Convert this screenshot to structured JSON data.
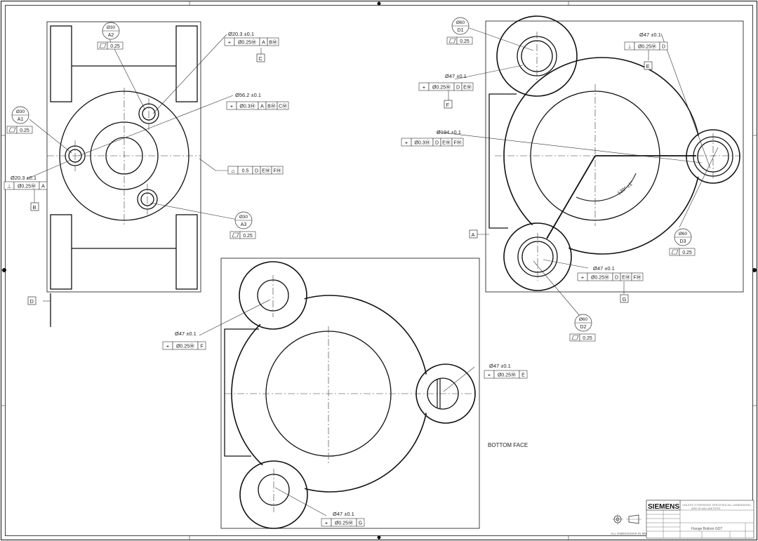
{
  "title_block": {
    "logo": "SIEMENS",
    "note_line1": "UNLESS OTHERWISE SPECIFIED ALL DIMENSIONS",
    "note_line2": "ARE IN MILLIMETERS",
    "part_name": "Flange Bottom GDT",
    "footer_left": "ALL DIMENSIONS IN MM"
  },
  "labels": {
    "bottom_face": "BOTTOM FACE"
  },
  "datums": {
    "a": "A",
    "b": "B",
    "c": "C",
    "d": "D",
    "e": "E",
    "f": "F",
    "g": "G"
  },
  "view_left": {
    "hole_top_dim": "Ø20.3 ±0.1",
    "hole_top_fcf": [
      "⌖",
      "Ø0.25Ⓜ",
      "A",
      "BⓂ"
    ],
    "center_dim": "Ø56.2 ±0.1",
    "center_fcf": [
      "⌖",
      "Ø0.3Ⓜ",
      "A",
      "BⓂ",
      "CⓂ"
    ],
    "hole_left_dim": "Ø20.3 ±0.1",
    "hole_left_fcf": [
      "⊥",
      "Ø0.25Ⓜ",
      "A"
    ],
    "profile_fcf": [
      "⌓",
      "0.5",
      "D",
      "EⓂ",
      "FⓂ"
    ],
    "target_a1": {
      "size": "Ø30",
      "id": "A1",
      "flat": "0.25"
    },
    "target_a2": {
      "size": "Ø30",
      "id": "A2",
      "flat": "0.25"
    },
    "target_a3": {
      "size": "Ø30",
      "id": "A3",
      "flat": "0.25"
    }
  },
  "view_right": {
    "hole_d1_dim": "Ø47 ±0.1",
    "hole_d1_fcf": [
      "⌖",
      "Ø0.25Ⓜ",
      "D",
      "EⓂ"
    ],
    "hole_e_dim": "Ø47 ±0.1",
    "hole_e_fcf": [
      "⊥",
      "Ø0.25Ⓜ",
      "D"
    ],
    "bore_dim": "Ø194 ±0.1",
    "bore_fcf": [
      "⌖",
      "Ø0.3Ⓜ",
      "D",
      "EⓂ",
      "FⓂ"
    ],
    "hole_g_dim": "Ø47 ±0.1",
    "hole_g_fcf": [
      "⌖",
      "Ø0.25Ⓜ",
      "D",
      "EⓂ",
      "FⓂ"
    ],
    "arc_label": "120° ±1°",
    "target_d1": {
      "size": "Ø60",
      "id": "D1",
      "flat": "0.25"
    },
    "target_d2": {
      "size": "Ø60",
      "id": "D2",
      "flat": "0.25"
    },
    "target_d3": {
      "size": "Ø60",
      "id": "D3",
      "flat": "0.25"
    }
  },
  "view_bottom": {
    "hole_tl_dim": "Ø47 ±0.1",
    "hole_tl_fcf": [
      "⌖",
      "Ø0.25Ⓜ",
      "F"
    ],
    "hole_r_dim": "Ø47 ±0.1",
    "hole_r_fcf": [
      "⌖",
      "Ø0.25Ⓜ",
      "E"
    ],
    "hole_bl_dim": "Ø47 ±0.1",
    "hole_bl_fcf": [
      "⌖",
      "Ø0.25Ⓜ",
      "G"
    ]
  }
}
